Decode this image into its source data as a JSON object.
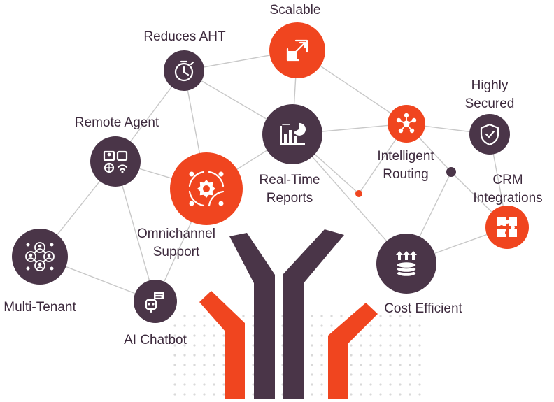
{
  "colors": {
    "dark": "#4a3548",
    "orange": "#f0451f",
    "line": "#c8c8c8",
    "dot": "#d9d9d9",
    "text": "#3d2a3d"
  },
  "nodes": [
    {
      "id": "scalable",
      "label_lines": [
        "Scalable"
      ],
      "color": "orange",
      "icon": "resize-icon"
    },
    {
      "id": "reduces-aht",
      "label_lines": [
        "Reduces AHT"
      ],
      "color": "dark",
      "icon": "stopwatch-icon"
    },
    {
      "id": "remote-agent",
      "label_lines": [
        "Remote Agent"
      ],
      "color": "dark",
      "icon": "remote-agent-icon"
    },
    {
      "id": "real-time-reports",
      "label_lines": [
        "Real-Time",
        "Reports"
      ],
      "color": "dark",
      "icon": "report-chart-icon"
    },
    {
      "id": "intelligent-routing",
      "label_lines": [
        "Intelligent",
        "Routing"
      ],
      "color": "orange",
      "icon": "routing-hub-icon"
    },
    {
      "id": "highly-secured",
      "label_lines": [
        "Highly",
        "Secured"
      ],
      "color": "dark",
      "icon": "shield-check-icon"
    },
    {
      "id": "omnichannel-support",
      "label_lines": [
        "Omnichannel",
        "Support"
      ],
      "color": "orange",
      "icon": "omnichannel-gear-icon"
    },
    {
      "id": "crm-integrations",
      "label_lines": [
        "CRM",
        "Integrations"
      ],
      "color": "orange",
      "icon": "puzzle-icon"
    },
    {
      "id": "multi-tenant",
      "label_lines": [
        "Multi-Tenant"
      ],
      "color": "dark",
      "icon": "users-network-icon"
    },
    {
      "id": "ai-chatbot",
      "label_lines": [
        "AI Chatbot"
      ],
      "color": "dark",
      "icon": "chatbot-icon"
    },
    {
      "id": "cost-efficient",
      "label_lines": [
        "Cost Efficient"
      ],
      "color": "dark",
      "icon": "coins-growth-icon"
    }
  ],
  "edges": [
    [
      "reduces-aht",
      "scalable"
    ],
    [
      "reduces-aht",
      "real-time-reports"
    ],
    [
      "reduces-aht",
      "remote-agent"
    ],
    [
      "reduces-aht",
      "omnichannel-support"
    ],
    [
      "scalable",
      "real-time-reports"
    ],
    [
      "scalable",
      "intelligent-routing"
    ],
    [
      "real-time-reports",
      "intelligent-routing"
    ],
    [
      "real-time-reports",
      "omnichannel-support"
    ],
    [
      "real-time-reports",
      "junction-a"
    ],
    [
      "intelligent-routing",
      "highly-secured"
    ],
    [
      "intelligent-routing",
      "junction-b"
    ],
    [
      "highly-secured",
      "crm-integrations"
    ],
    [
      "junction-a",
      "intelligent-routing"
    ],
    [
      "junction-b",
      "cost-efficient"
    ],
    [
      "junction-b",
      "crm-integrations"
    ],
    [
      "crm-integrations",
      "cost-efficient"
    ],
    [
      "real-time-reports",
      "cost-efficient"
    ],
    [
      "remote-agent",
      "omnichannel-support"
    ],
    [
      "remote-agent",
      "multi-tenant"
    ],
    [
      "remote-agent",
      "ai-chatbot"
    ],
    [
      "multi-tenant",
      "ai-chatbot"
    ],
    [
      "omnichannel-support",
      "ai-chatbot"
    ]
  ],
  "junctions": [
    {
      "id": "junction-a",
      "color": "orange"
    },
    {
      "id": "junction-b",
      "color": "dark"
    }
  ]
}
